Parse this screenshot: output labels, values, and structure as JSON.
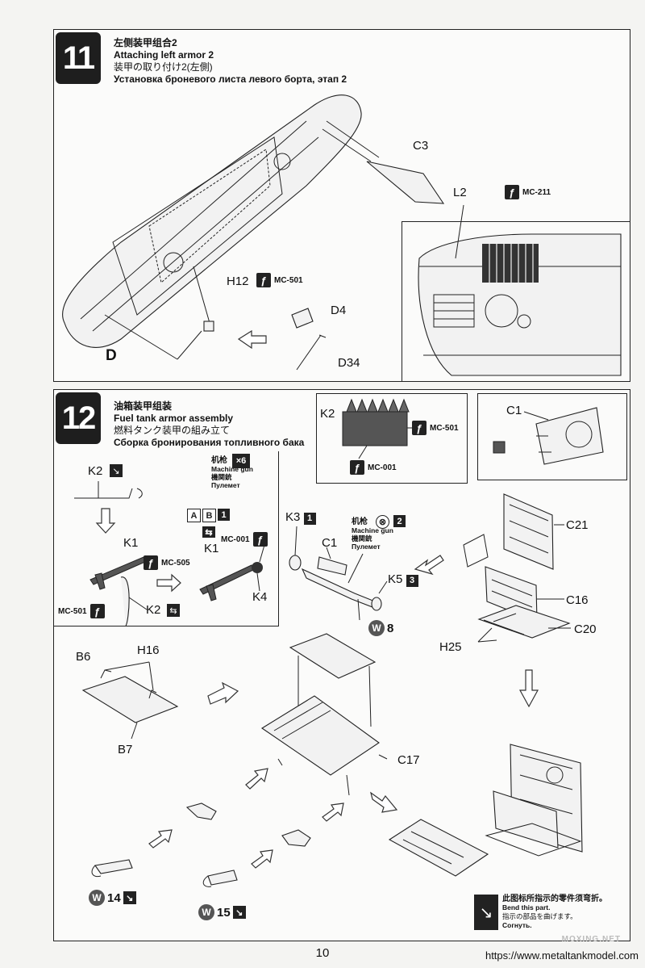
{
  "step11": {
    "number": "11",
    "title_zh": "左侧装甲组合2",
    "title_en": "Attaching left armor 2",
    "title_ja": "装甲の取り付け2(左側)",
    "title_ru": "Установка броневого листа левого борта, этап 2",
    "labels": {
      "c3": "C3",
      "l2": "L2",
      "h12": "H12",
      "d4": "D4",
      "d34": "D34",
      "d": "D"
    },
    "paint": {
      "mc211": "MC-211",
      "mc501": "MC-501"
    }
  },
  "step12": {
    "number": "12",
    "title_zh": "油箱装甲组装",
    "title_en": "Fuel tank armor assembly",
    "title_ja": "燃料タンク装甲の組み立て",
    "title_ru": "Сборка бронирования топливного бака",
    "inset_k2": {
      "k2": "K2",
      "mc501": "MC-501",
      "mc001": "MC-001"
    },
    "inset_c1": {
      "c1": "C1"
    },
    "mg": {
      "zh": "机枪",
      "en": "Machine gun",
      "ja": "機関銃",
      "ru": "Пулемет",
      "count": "×6",
      "k2": "K2",
      "k1": "K1",
      "k1b": "K1",
      "k2b": "K2",
      "k4": "K4",
      "mc505": "MC-505",
      "mc501": "MC-501",
      "mc001": "MC-001",
      "opt_a": "A",
      "opt_b": "B",
      "opt_1": "1"
    },
    "gun": {
      "k3": "K3",
      "k3n": "1",
      "c1": "C1",
      "k5": "K5",
      "k5n": "3",
      "n2": "2",
      "zh": "机枪",
      "en": "Machine gun",
      "ja": "機関銃",
      "ru": "Пулемет",
      "w": "W",
      "w_num": "8"
    },
    "right": {
      "c21": "C21",
      "c16": "C16",
      "c20": "C20",
      "h25": "H25"
    },
    "lower": {
      "b6": "B6",
      "h16": "H16",
      "b7": "B7",
      "c17": "C17",
      "w14": "14",
      "w15": "15",
      "w": "W"
    },
    "legend": {
      "zh": "此图标所指示的零件须弯折。",
      "en": "Bend this part.",
      "ja": "指示の部品を曲げます。",
      "ru": "Согнуть."
    }
  },
  "footer": {
    "page": "10",
    "url": "https://www.metaltankmodel.com",
    "watermark": "MOXING.NET"
  }
}
